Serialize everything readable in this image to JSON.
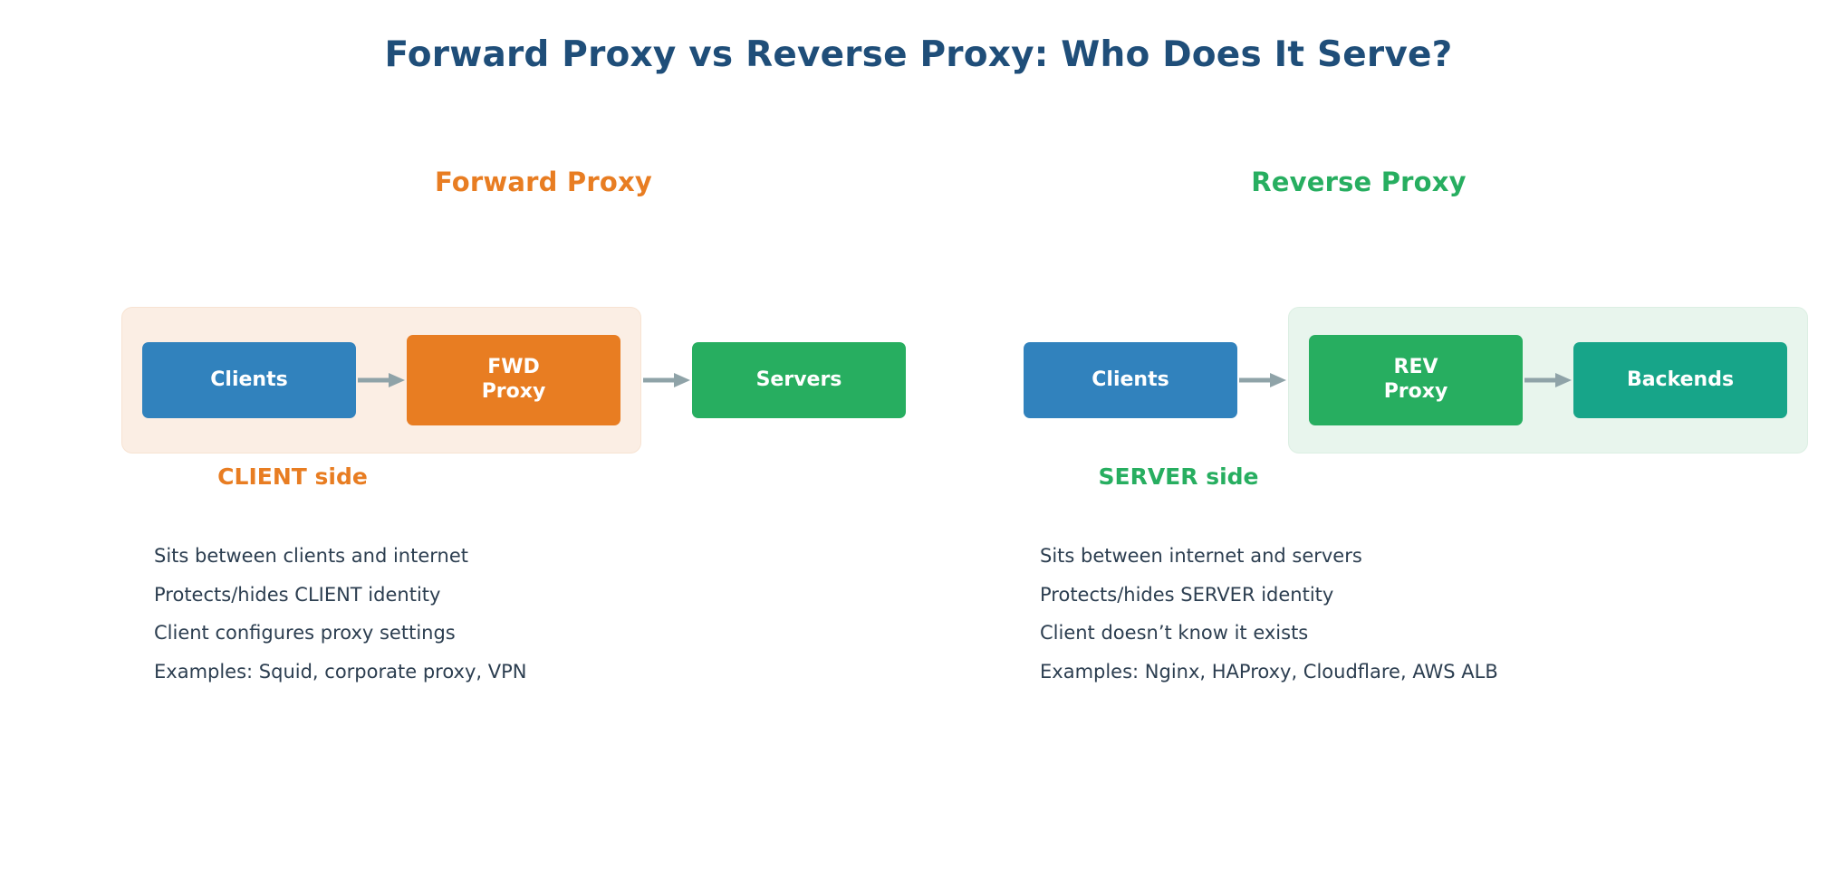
{
  "title": "Forward Proxy vs Reverse Proxy: Who Does It Serve?",
  "colors": {
    "title": "#1f4e79",
    "forward_accent": "#e87d22",
    "reverse_accent": "#27ae60",
    "clients_box": "#3182bd",
    "fwd_proxy_box": "#e87d22",
    "rev_proxy_box": "#27ae60",
    "servers_box": "#27ae60",
    "backends_box": "#17a589",
    "client_side_group_bg": "#fbeee4",
    "server_side_group_bg": "#e8f5ed",
    "arrow": "#8fa3a8",
    "note_text": "#2c3e50"
  },
  "columns": [
    {
      "heading": "Forward Proxy",
      "group_label": "CLIENT side",
      "nodes": {
        "clients": "Clients",
        "proxy_line1": "FWD",
        "proxy_line2": "Proxy",
        "outside": "Servers"
      },
      "notes": [
        "Sits between clients and internet",
        "Protects/hides CLIENT identity",
        "Client configures proxy settings",
        "Examples: Squid, corporate proxy, VPN"
      ]
    },
    {
      "heading": "Reverse Proxy",
      "group_label": "SERVER side",
      "nodes": {
        "clients": "Clients",
        "proxy_line1": "REV",
        "proxy_line2": "Proxy",
        "outside": "Backends"
      },
      "notes": [
        "Sits between internet and servers",
        "Protects/hides SERVER identity",
        "Client doesn’t know it exists",
        "Examples: Nginx, HAProxy, Cloudflare, AWS ALB"
      ]
    }
  ]
}
